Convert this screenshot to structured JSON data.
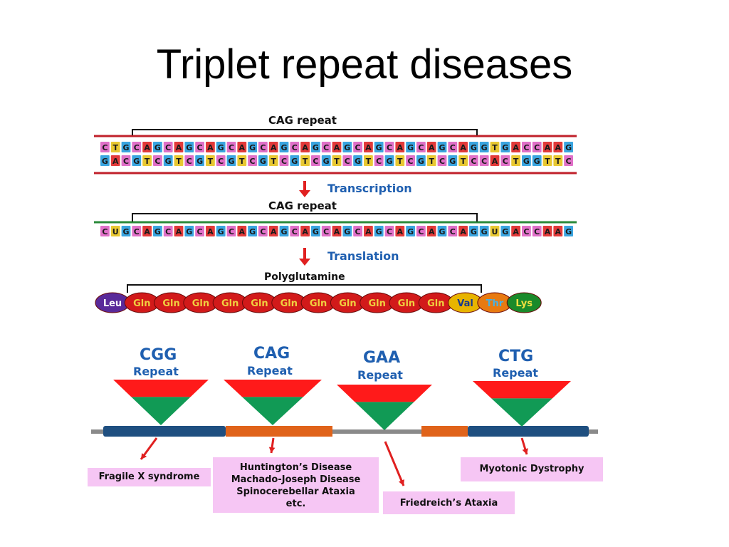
{
  "title": "Triplet repeat diseases",
  "dna": {
    "repeat_label": "CAG repeat",
    "top_strand": [
      "C",
      "T",
      "G",
      "C",
      "A",
      "G",
      "C",
      "A",
      "G",
      "C",
      "A",
      "G",
      "C",
      "A",
      "G",
      "C",
      "A",
      "G",
      "C",
      "A",
      "G",
      "C",
      "A",
      "G",
      "C",
      "A",
      "G",
      "C",
      "A",
      "G",
      "C",
      "A",
      "G",
      "C",
      "A",
      "G",
      "G",
      "T",
      "G",
      "A",
      "C",
      "C",
      "A",
      "A",
      "G"
    ],
    "bottom_strand": [
      "G",
      "A",
      "C",
      "G",
      "T",
      "C",
      "G",
      "T",
      "C",
      "G",
      "T",
      "C",
      "G",
      "T",
      "C",
      "G",
      "T",
      "C",
      "G",
      "T",
      "C",
      "G",
      "T",
      "C",
      "G",
      "T",
      "C",
      "G",
      "T",
      "C",
      "G",
      "T",
      "C",
      "G",
      "T",
      "C",
      "C",
      "A",
      "C",
      "T",
      "G",
      "G",
      "T",
      "T",
      "C"
    ]
  },
  "transcription_label": "Transcription",
  "mrna": {
    "repeat_label": "CAG repeat",
    "bases": [
      "C",
      "U",
      "G",
      "C",
      "A",
      "G",
      "C",
      "A",
      "G",
      "C",
      "A",
      "G",
      "C",
      "A",
      "G",
      "C",
      "A",
      "G",
      "C",
      "A",
      "G",
      "C",
      "A",
      "G",
      "C",
      "A",
      "G",
      "C",
      "A",
      "G",
      "C",
      "A",
      "G",
      "C",
      "A",
      "G",
      "G",
      "U",
      "G",
      "A",
      "C",
      "C",
      "A",
      "A",
      "G"
    ]
  },
  "translation_label": "Translation",
  "protein": {
    "label": "Polyglutamine",
    "residues": [
      {
        "name": "Leu",
        "fill": "#5a2a9a",
        "text": "#ffffff"
      },
      {
        "name": "Gln",
        "fill": "#d21a1a",
        "text": "#f0d040"
      },
      {
        "name": "Gln",
        "fill": "#d21a1a",
        "text": "#f0d040"
      },
      {
        "name": "Gln",
        "fill": "#d21a1a",
        "text": "#f0d040"
      },
      {
        "name": "Gln",
        "fill": "#d21a1a",
        "text": "#f0d040"
      },
      {
        "name": "Gln",
        "fill": "#d21a1a",
        "text": "#f0d040"
      },
      {
        "name": "Gln",
        "fill": "#d21a1a",
        "text": "#f0d040"
      },
      {
        "name": "Gln",
        "fill": "#d21a1a",
        "text": "#f0d040"
      },
      {
        "name": "Gln",
        "fill": "#d21a1a",
        "text": "#f0d040"
      },
      {
        "name": "Gln",
        "fill": "#d21a1a",
        "text": "#f0d040"
      },
      {
        "name": "Gln",
        "fill": "#d21a1a",
        "text": "#f0d040"
      },
      {
        "name": "Gln",
        "fill": "#d21a1a",
        "text": "#f0d040"
      },
      {
        "name": "Val",
        "fill": "#e8b400",
        "text": "#1a3a8a"
      },
      {
        "name": "Thr",
        "fill": "#e87a10",
        "text": "#4ab0e0"
      },
      {
        "name": "Lys",
        "fill": "#1a8a2a",
        "text": "#f0e040"
      }
    ]
  },
  "repeats": [
    {
      "triplet": "CGG",
      "word": "Repeat",
      "disease_lines": [
        "Fragile X syndrome"
      ]
    },
    {
      "triplet": "CAG",
      "word": "Repeat",
      "disease_lines": [
        "Huntington’s Disease",
        "Machado-Joseph Disease",
        "Spinocerebellar Ataxia",
        "etc."
      ]
    },
    {
      "triplet": "GAA",
      "word": "Repeat",
      "disease_lines": [
        "Friedreich’s Ataxia"
      ]
    },
    {
      "triplet": "CTG",
      "word": "Repeat",
      "disease_lines": [
        "Myotonic Dystrophy"
      ]
    }
  ],
  "colors": {
    "base_A": "#e23a3a",
    "base_T": "#e8c832",
    "base_U": "#e8c832",
    "base_G": "#3aa5e0",
    "base_C": "#e070c8",
    "triangle_top": "#ff1a1a",
    "triangle_bottom": "#119a55",
    "gene_exon": "#e0631a",
    "gene_noncoding": "#1f4f80",
    "accent_blue": "#1f5fb0",
    "disease_box": "#f6c6f4",
    "arrow_red": "#e02020"
  }
}
